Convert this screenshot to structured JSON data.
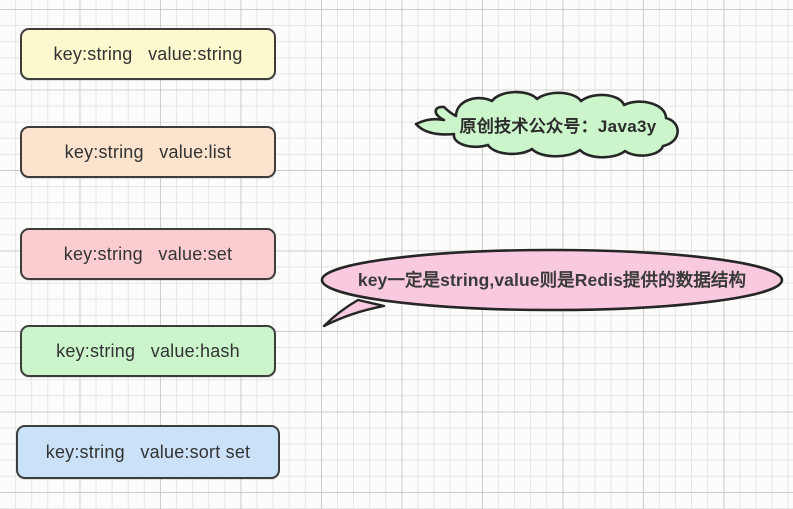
{
  "diagram": {
    "title": "Redis key-value data structures",
    "background": {
      "canvas_color": "#fcfcfa",
      "grid_minor_color": "#dedede",
      "grid_major_color": "#b9b9b9"
    },
    "boxes": [
      {
        "id": "string",
        "label": "key:string   value:string",
        "fill": "#fbf9cd",
        "stroke": "#3d3d3d"
      },
      {
        "id": "list",
        "label": "key:string   value:list",
        "fill": "#fbe3cd",
        "stroke": "#3d3d3d"
      },
      {
        "id": "set",
        "label": "key:string   value:set",
        "fill": "#fbcdd1",
        "stroke": "#3d3d3d"
      },
      {
        "id": "hash",
        "label": "key:string   value:hash",
        "fill": "#ccf5cc",
        "stroke": "#3d3d3d"
      },
      {
        "id": "sort-set",
        "label": "key:string   value:sort set",
        "fill": "#cbe1f8",
        "stroke": "#3d3d3d"
      }
    ],
    "cloud_callout": {
      "text": "原创技术公众号：Java3y",
      "fill": "#ccf5cc",
      "stroke": "#262626"
    },
    "ellipse_callout": {
      "text": "key一定是string,value则是Redis提供的数据结构",
      "fill": "#f9c9e0",
      "stroke": "#262626"
    }
  }
}
